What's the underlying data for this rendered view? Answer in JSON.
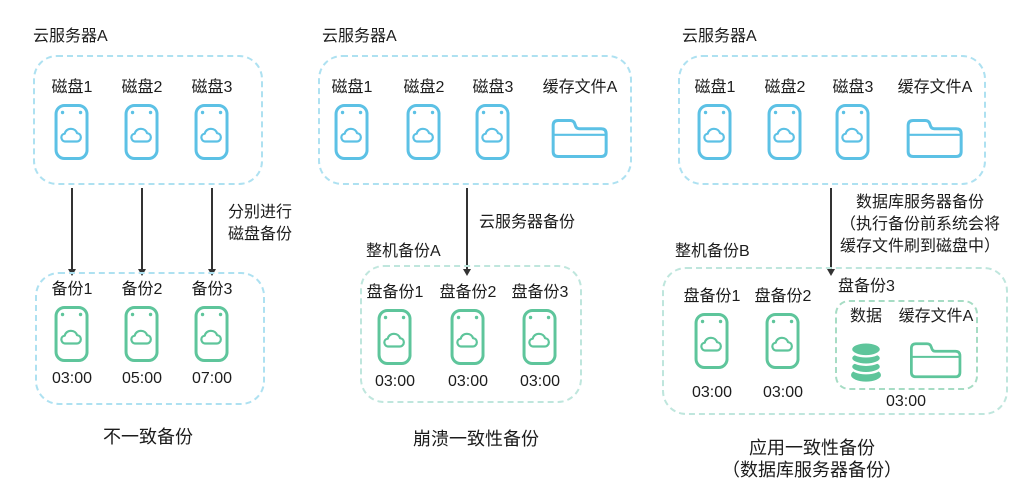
{
  "colors": {
    "disk_blue": "#5cc1e5",
    "blue_box_border": "#aee1f1",
    "backup_green": "#5ec59b",
    "teal_box_border": "#bfe6dd",
    "inner_box_border": "#a6dcc4",
    "arrow": "#333333",
    "text": "#1c1c1c"
  },
  "panels": {
    "p1": {
      "server_title": "云服务器A",
      "disks": [
        {
          "label": "磁盘1"
        },
        {
          "label": "磁盘2"
        },
        {
          "label": "磁盘3"
        }
      ],
      "note_lines": [
        "分别进行",
        "磁盘备份"
      ],
      "backups": [
        {
          "label": "备份1",
          "time": "03:00"
        },
        {
          "label": "备份2",
          "time": "05:00"
        },
        {
          "label": "备份3",
          "time": "07:00"
        }
      ],
      "caption_lines": [
        "不一致备份"
      ]
    },
    "p2": {
      "server_title": "云服务器A",
      "disks": [
        {
          "label": "磁盘1"
        },
        {
          "label": "磁盘2"
        },
        {
          "label": "磁盘3"
        }
      ],
      "cache_file_label": "缓存文件A",
      "arrow_label": "云服务器备份",
      "backup_box_title": "整机备份A",
      "backups": [
        {
          "label": "盘备份1",
          "time": "03:00"
        },
        {
          "label": "盘备份2",
          "time": "03:00"
        },
        {
          "label": "盘备份3",
          "time": "03:00"
        }
      ],
      "caption_lines": [
        "崩溃一致性备份"
      ]
    },
    "p3": {
      "server_title": "云服务器A",
      "disks": [
        {
          "label": "磁盘1"
        },
        {
          "label": "磁盘2"
        },
        {
          "label": "磁盘3"
        }
      ],
      "cache_file_label": "缓存文件A",
      "note_lines": [
        "数据库服务器备份",
        "（执行备份前系统会将",
        "缓存文件刷到磁盘中）"
      ],
      "backup_box_title": "整机备份B",
      "backups": [
        {
          "label": "盘备份1",
          "time": "03:00"
        },
        {
          "label": "盘备份2",
          "time": "03:00"
        }
      ],
      "group": {
        "label": "盘备份3",
        "time": "03:00",
        "data_label": "数据",
        "cache_label": "缓存文件A"
      },
      "caption_lines": [
        "应用一致性备份",
        "（数据库服务器备份）"
      ]
    }
  }
}
